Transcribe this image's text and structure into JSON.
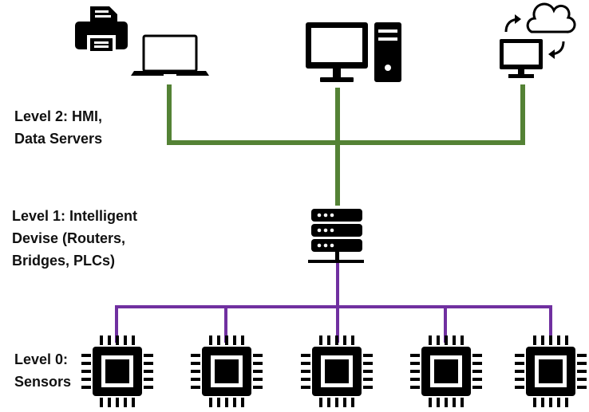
{
  "levels": {
    "level2": {
      "line1": "Level 2: HMI,",
      "line2": "Data Servers"
    },
    "level1": {
      "line1": "Level 1: Intelligent",
      "line2": "Devise (Routers,",
      "line3": "Bridges, PLCs)"
    },
    "level0": {
      "line1": "Level 0:",
      "line2": "Sensors"
    }
  },
  "icons": {
    "printer": "printer-icon",
    "laptop": "laptop-icon",
    "desktop": "desktop-computer-icon",
    "cloud_sync": "cloud-sync-computer-icon",
    "server": "server-rack-icon",
    "chip": "microchip-icon"
  },
  "sensor_count": 5,
  "colors": {
    "level2_link": "#548235",
    "level0_link": "#7030a0",
    "icon": "#000000"
  }
}
